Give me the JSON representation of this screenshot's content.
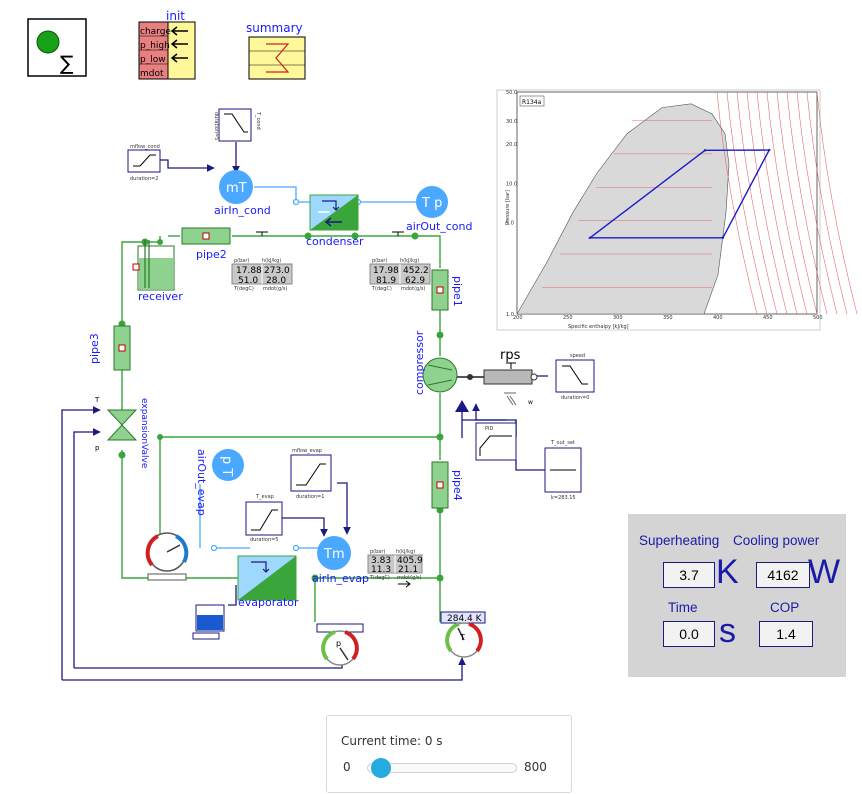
{
  "top_icons": {
    "init_title": "init",
    "init_rows": [
      "charge",
      "p_high",
      "p_low",
      "mdot"
    ],
    "summary_title": "summary"
  },
  "components": {
    "mflow_cond": "mflow_cond",
    "mflow_cond_dur": "duration=2",
    "T_cond": "T_cond",
    "T_cond_dur": "duration=5",
    "mT": "mT",
    "airIn_cond": "airIn_cond",
    "Tp": "T p",
    "airOut_cond": "airOut_cond",
    "condenser": "condenser",
    "pipe2": "pipe2",
    "receiver": "receiver",
    "pipe1": "pipe1",
    "pipe3": "pipe3",
    "pipe4": "pipe4",
    "compressor": "compressor",
    "rps": "rps",
    "w": "w",
    "speed": "speed",
    "speed_dur": "duration=0",
    "PID": "PID",
    "T_out_set": "T_out_set",
    "T_out_set_k": "k=283.15",
    "expansionValve": "expansionValve",
    "valve_T": "T",
    "valve_p": "p",
    "mflow_evap": "mflow_evap",
    "mflow_evap_dur": "duration=1",
    "T_evap": "T_evap",
    "T_evap_dur": "duration=5",
    "pT": "p T",
    "airOut_evap": "airOut_evap",
    "Tm": "Tm",
    "airIn_evap": "airIn_evap",
    "evaporator": "evaporator",
    "temp_sensor_value": "284.4 K",
    "temp_sensor_T": "T",
    "pressure_sensor_p": "p"
  },
  "state_tables": [
    {
      "hdr": [
        "p(bar)",
        "h(kJ/kg)"
      ],
      "r1": [
        "17.88",
        "273.0"
      ],
      "r2": [
        "51.0",
        "28.0"
      ],
      "ftr": [
        "T(degC)",
        "mdot(g/s)"
      ]
    },
    {
      "hdr": [
        "p(bar)",
        "h(kJ/kg)"
      ],
      "r1": [
        "17.98",
        "452.2"
      ],
      "r2": [
        "81.9",
        "62.9"
      ],
      "ftr": [
        "T(degC)",
        "mdot(g/s)"
      ]
    },
    {
      "hdr": [
        "p(bar)",
        "h(kJ/kg)"
      ],
      "r1": [
        "3.83",
        "405.9"
      ],
      "r2": [
        "11.3",
        "21.1"
      ],
      "ftr": [
        "T(degC)",
        "mdot(g/s)"
      ]
    }
  ],
  "ph_chart": {
    "chart_data": {
      "type": "line",
      "title": "R134a",
      "xlabel": "Specific enthalpy [kJ/kg]",
      "ylabel": "Pressure [bar]",
      "xlim": [
        200,
        500
      ],
      "ylim": [
        1,
        50
      ],
      "x_ticks": [
        "200",
        "250",
        "300",
        "350",
        "400",
        "450",
        "500"
      ],
      "y_ticks": [
        "1.0",
        "5.0",
        "10.0",
        "20.0",
        "30.0",
        "50.0"
      ],
      "y_scale": "log",
      "series": [
        {
          "x": [
            273,
            405.9,
            452.2,
            388
          ],
          "y": [
            3.83,
            3.83,
            17.98,
            17.88
          ]
        }
      ]
    }
  },
  "dashboard": {
    "superheating_label": "Superheating",
    "superheating_value": "3.7",
    "superheating_unit": "K",
    "cooling_label": "Cooling power",
    "cooling_value": "4162",
    "cooling_unit": "W",
    "time_label": "Time",
    "time_value": "0.0",
    "time_unit": "s",
    "cop_label": "COP",
    "cop_value": "1.4"
  },
  "slider": {
    "label": "Current time: 0 s",
    "min": "0",
    "max": "800",
    "value": 0
  },
  "colors": {
    "pipe_green": "#3aa53a",
    "component_fill": "#8fd18f",
    "signal_blue": "#1a1a80",
    "air_blue": "#4aa8ff",
    "label_blue": "#1a1aff"
  }
}
